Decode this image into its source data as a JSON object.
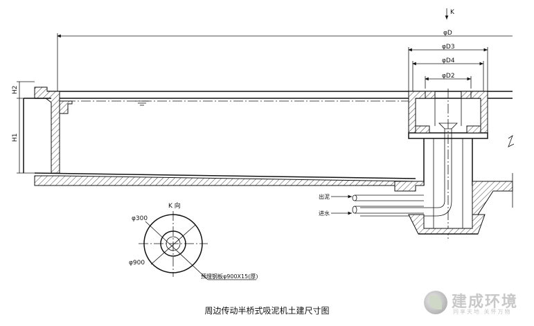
{
  "labels": {
    "k_arrow": "K",
    "dim_d": "φD",
    "dim_d3": "φD3",
    "dim_d4": "φD4",
    "dim_d2": "φD2",
    "h1": "H1",
    "h2": "H2",
    "k_view": "K 向",
    "d300": "φ300",
    "d900": "φ900",
    "plate": "预埋钢板φ900X15(厚)",
    "outlet": "出泥",
    "inlet": "进水"
  },
  "caption": "周边传动半桥式吸泥机土建尺寸图",
  "logo": {
    "name": "建成环境",
    "tagline": "同享天地  关怀万物"
  }
}
